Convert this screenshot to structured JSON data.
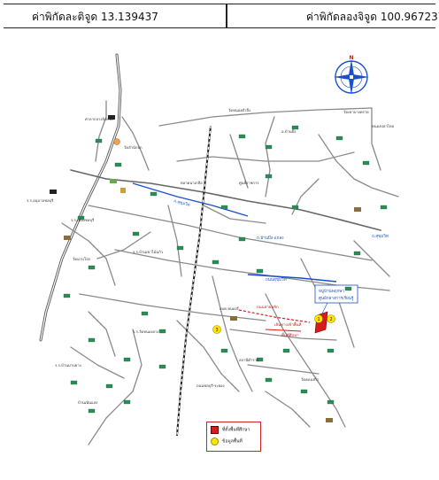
{
  "header": {
    "latitude_text": "ค่าพิกัดละติจูด 13.139437",
    "longitude_text": "ค่าพิกัดลองจิจูด 100.967237"
  },
  "compass": {
    "north": "N"
  },
  "colors": {
    "road": "#8a8a8a",
    "highway": "#555555",
    "railway": "#222222",
    "main_route": "#1a4fd0",
    "study_area": "#d81b1b",
    "info_point": "#ffe600",
    "building": "#2e8b57"
  },
  "labels": {
    "blue_road_1": "ถ.สุขุมวิท",
    "blue_road_2": "ถ.บ้านบึง-แกลง",
    "blue_road_3": "ถ.สุขุมวิท",
    "blue_road_4": "ถนนสุขุมวิท",
    "site_box_line1": "หมู่บ้านพฤกษา",
    "site_box_line2": "ศูนย์กลางการเรียนรู้",
    "red_label_1": "ถนนสายหลัก",
    "red_label_2": "เส้นทางเข้าพื้นที่",
    "red_label_3": "พื้นที่ศึกษา",
    "bottom_road": "ถนนชลบุรี-ระยอง",
    "place_1": "ร.ร.อนุบาลชลบุรี",
    "place_2": "วัดสำนักบก",
    "place_3": "ศาลากลางจังหวัด",
    "place_4": "ตลาดนาเกลือ",
    "place_5": "ร.ร.เมืองชลบุรี",
    "place_6": "วัดหนองตำลึง",
    "place_7": "อ.บ้านบึง",
    "place_8": "วัดเขาบางทราย",
    "place_9": "หนองปลาไหล",
    "place_10": "ศูนย์ราชการ",
    "place_11": "ร.ร.บ้านเขาไม้แก้ว",
    "place_12": "วัดมาบโป่ง",
    "place_13": "อบต.หนองรี",
    "place_14": "ร.ร.วัดหนองยาง",
    "place_15": "สถานีตำรวจ",
    "place_16": "วัดคลองกิ่ว",
    "place_17": "บ้านเนินแสง",
    "place_18": "ร.ร.บ้านมาบยาง"
  },
  "legend": {
    "study_area": "ที่ตั้งพื้นที่ศึกษา",
    "info_point": "ข้อมูลพื้นที่"
  },
  "markers": {
    "point_1": "1",
    "point_2": "2",
    "point_3": "3"
  }
}
